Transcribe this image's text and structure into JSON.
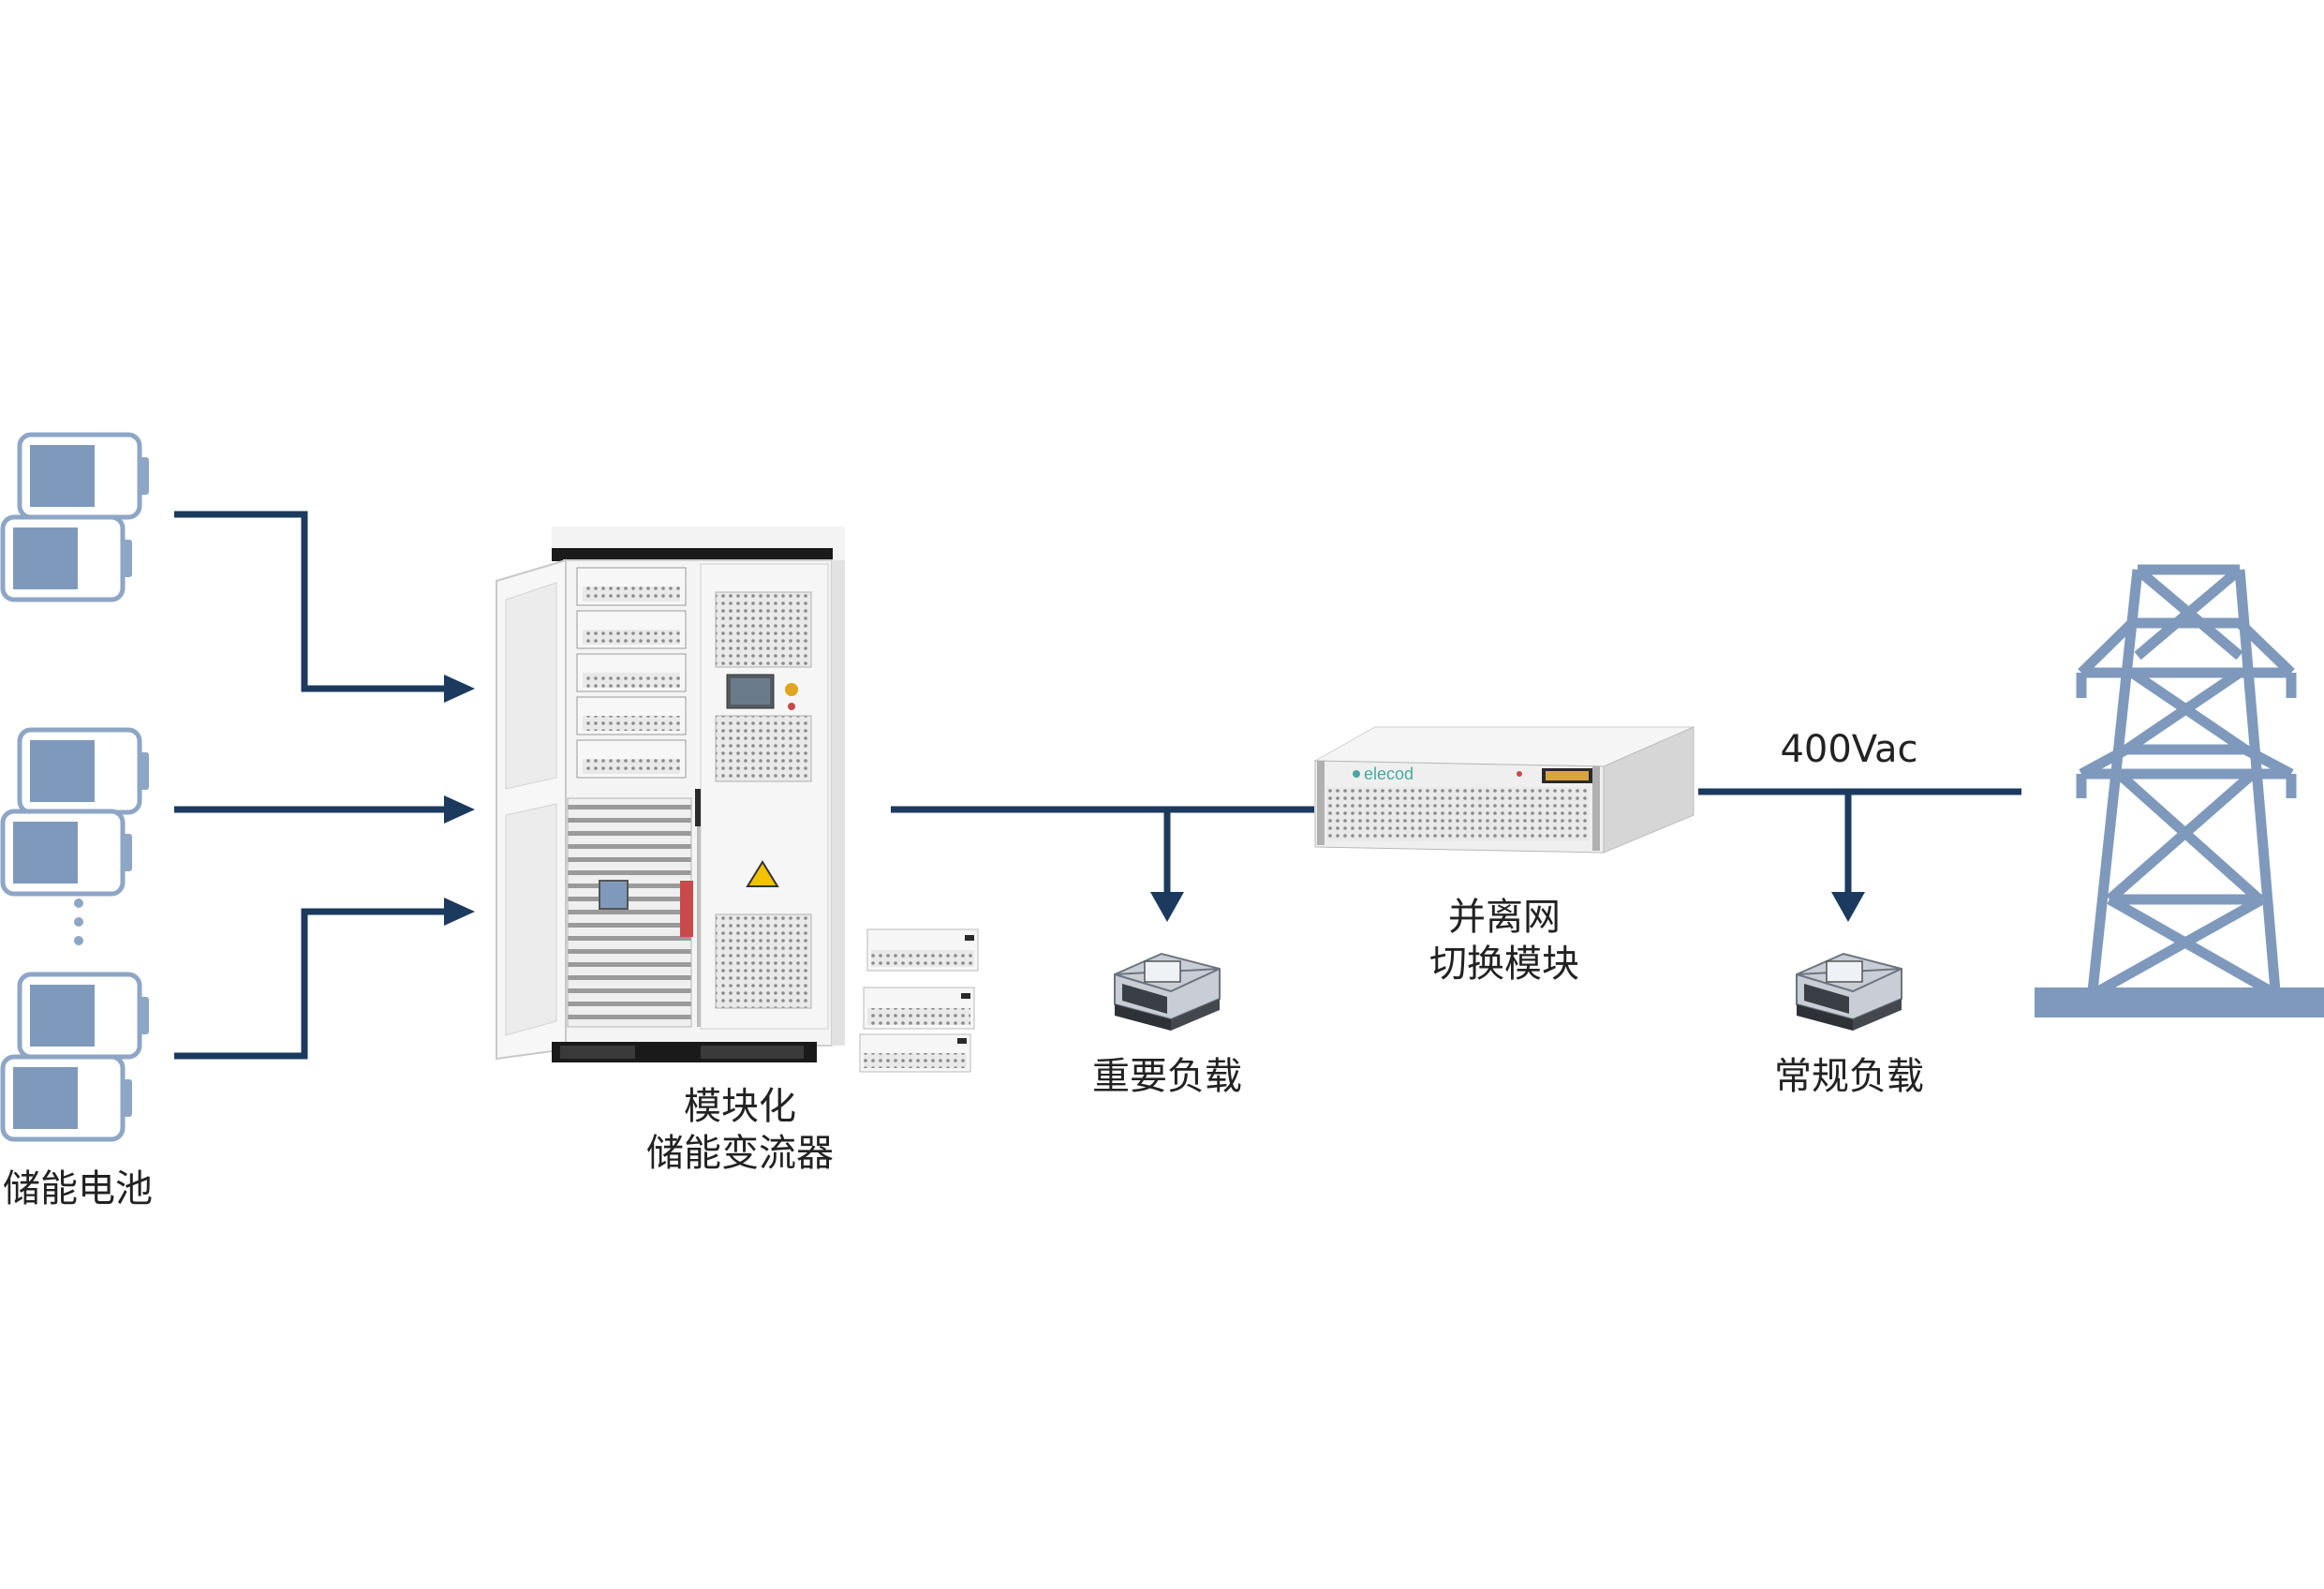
{
  "colors": {
    "line": "#1b3a5e",
    "battery_fill": "#7f99bc",
    "battery_outline": "#8ea6c6",
    "tower": "#7f99bc",
    "cabinet": "#f1f1f1"
  },
  "labels": {
    "battery": "储能电池",
    "pcs_line1": "模块化",
    "pcs_line2": "储能变流器",
    "critical_load": "重要负载",
    "switch_line1": "并离网",
    "switch_line2": "切换模块",
    "voltage": "400Vac",
    "normal_load": "常规负载"
  },
  "brand": {
    "switch_logo": "elecod"
  },
  "icons": {
    "battery": "battery-icon",
    "pcs": "cabinet-icon",
    "load": "load-device-icon",
    "switch": "rack-unit-icon",
    "grid": "transmission-tower-icon"
  }
}
